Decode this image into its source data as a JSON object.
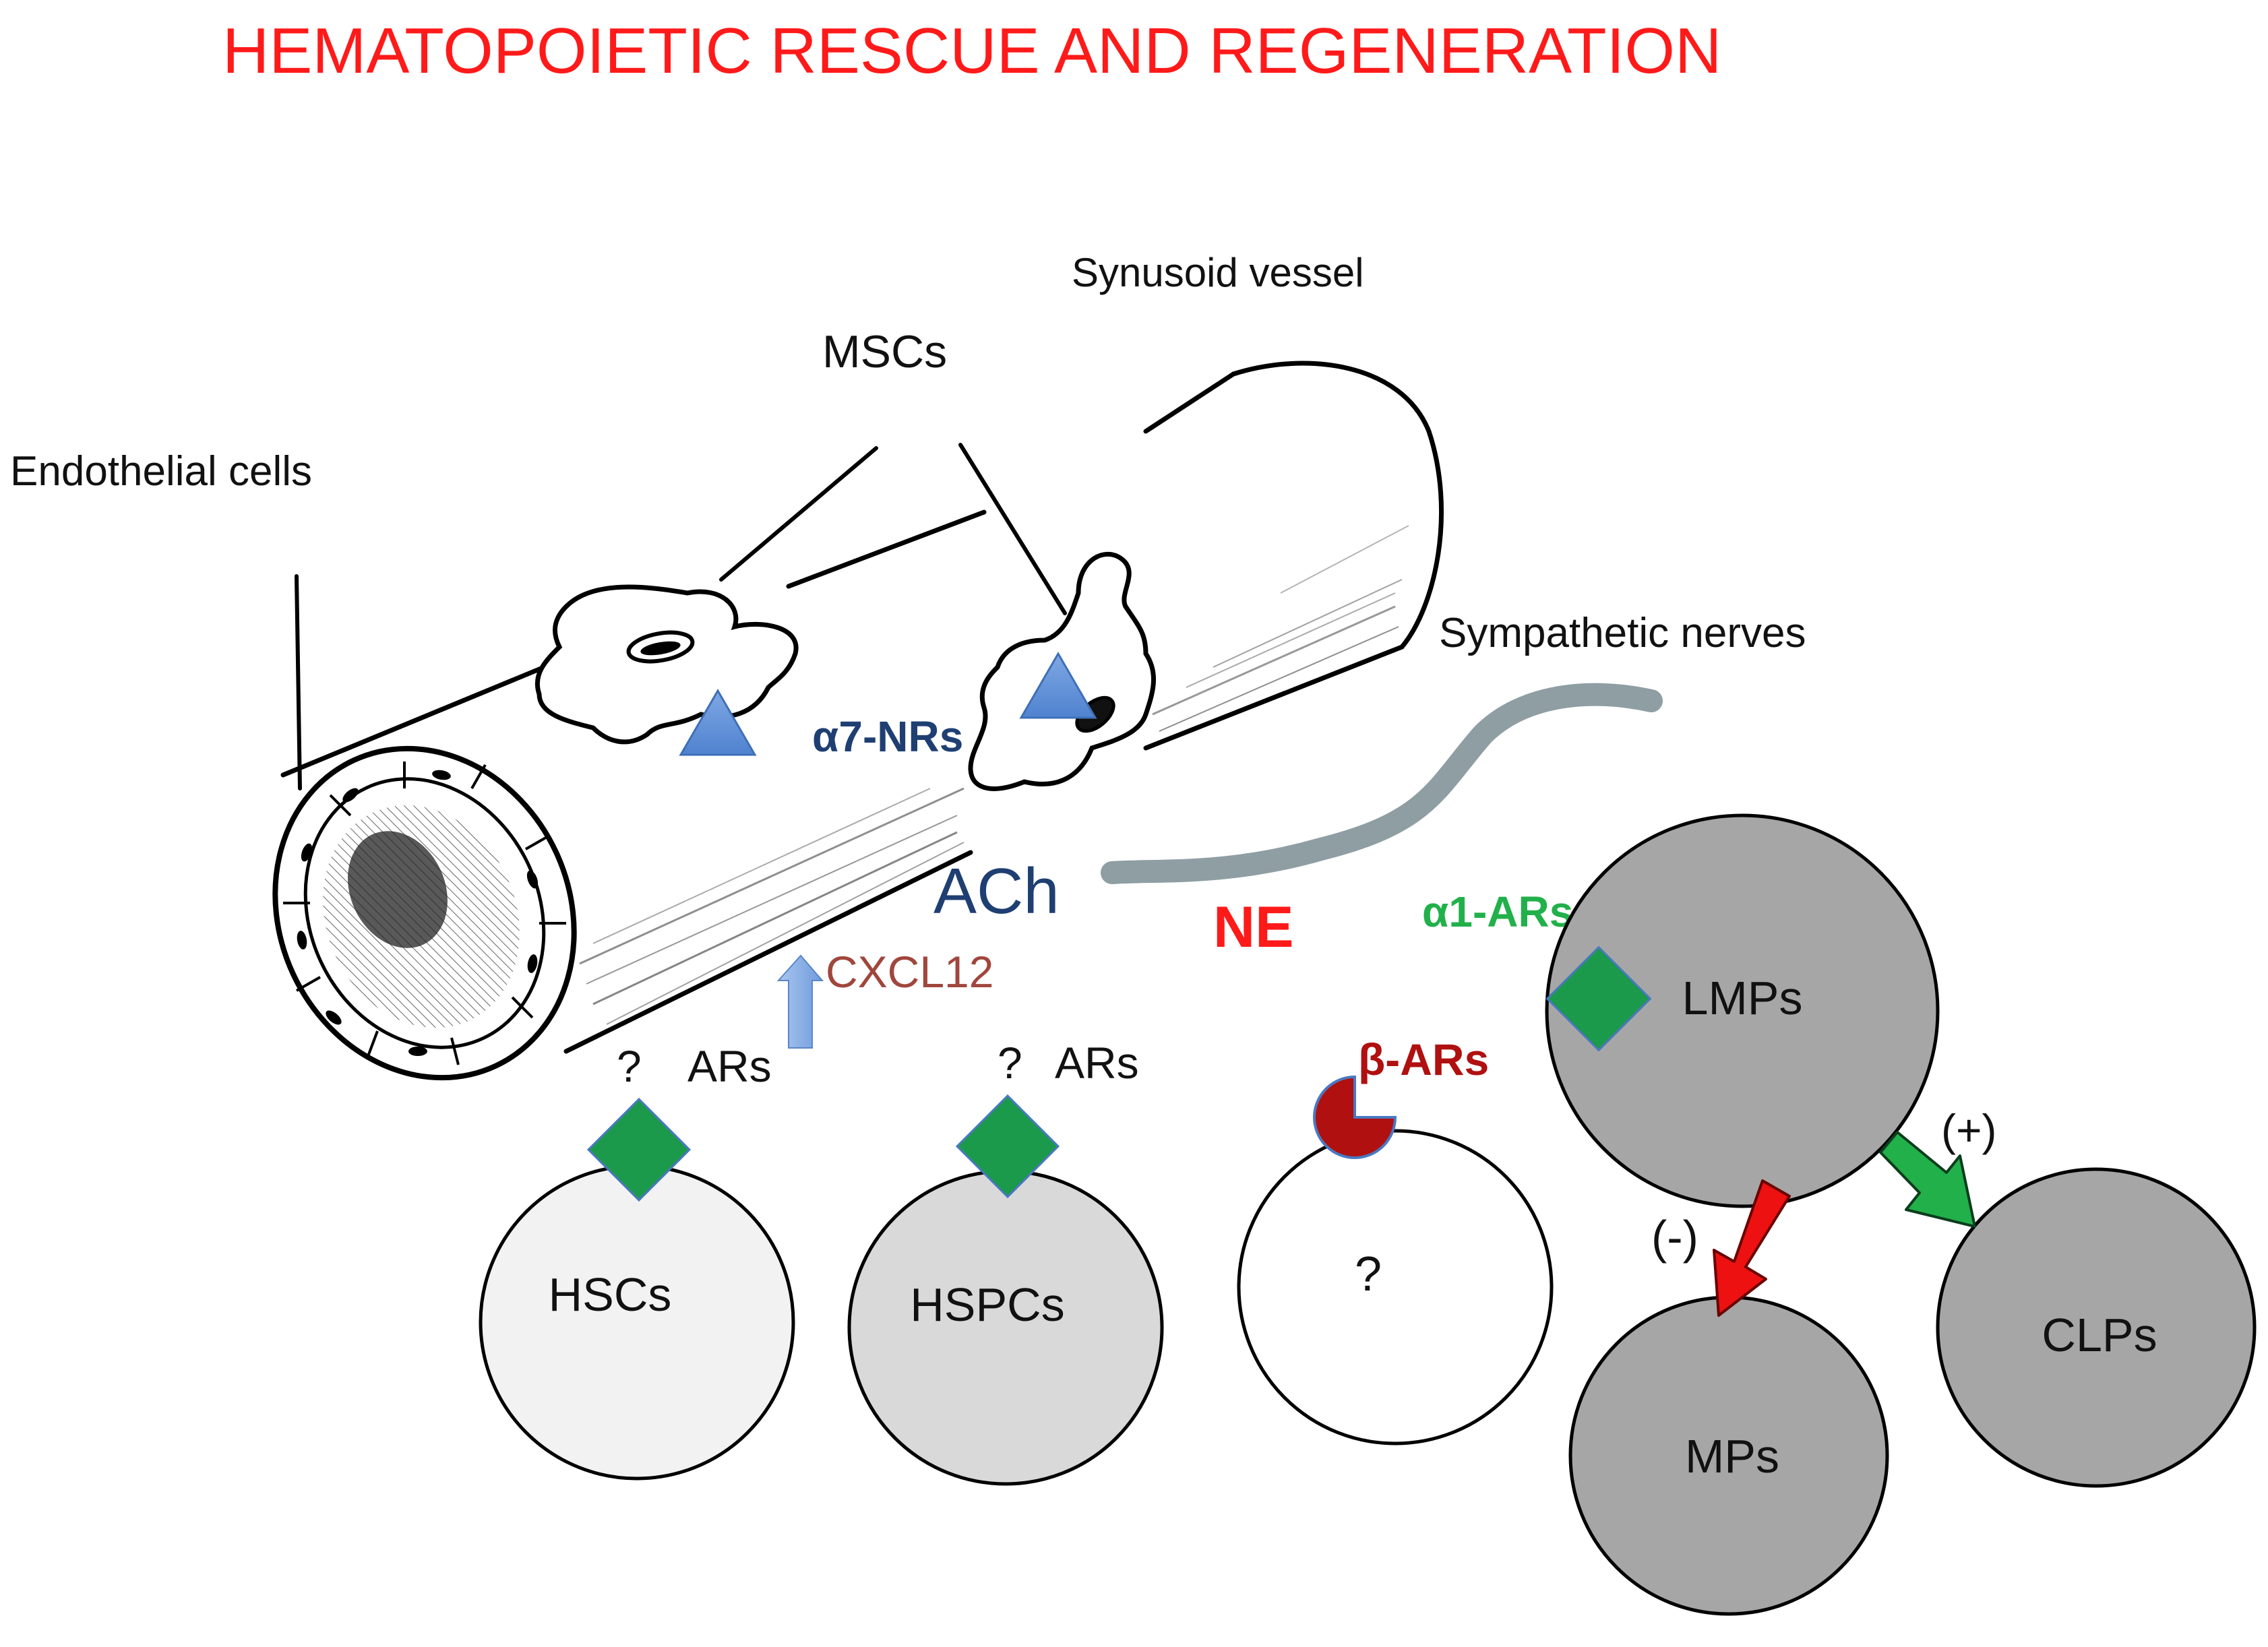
{
  "title": "HEMATOPOIETIC RESCUE AND REGENERATION",
  "labels": {
    "sinusoid_vessel": "Synusoid vessel",
    "mscs": "MSCs",
    "endothelial_cells": "Endothelial cells",
    "sympathetic_nerves": "Sympathetic nerves",
    "alpha7_nrs": "α7-NRs",
    "ach": "ACh",
    "ne": "NE",
    "alpha1_ars": "α1-ARs",
    "cxcl12": "CXCL12",
    "hsc_ars_q": "?",
    "hsc_ars": "ARs",
    "hspc_ars_q": "?",
    "hspc_ars": "ARs",
    "beta_ars": "β-ARs",
    "minus": "(-)",
    "plus": "(+)"
  },
  "cells": {
    "hscs": "HSCs",
    "hspcs": "HSPCs",
    "unknown": "?",
    "lmps": "LMPs",
    "mps": "MPs",
    "clps": "CLPs"
  },
  "colors": {
    "title": "#ff1a1a",
    "receptor_green": "#1a9a4a",
    "receptor_blue": "#5b8fd6",
    "dark_blue_text": "#1f3f73",
    "ne_red": "#ff1a1a",
    "beta_red": "#b01010",
    "cxcl12_brown": "#a0463c",
    "alpha1_green": "#22b04b",
    "nerve_gray": "#8e9ea3",
    "cell_dark": "#a6a6a6",
    "cell_light": "#f2f2f2",
    "cell_mid": "#d9d9d9"
  }
}
